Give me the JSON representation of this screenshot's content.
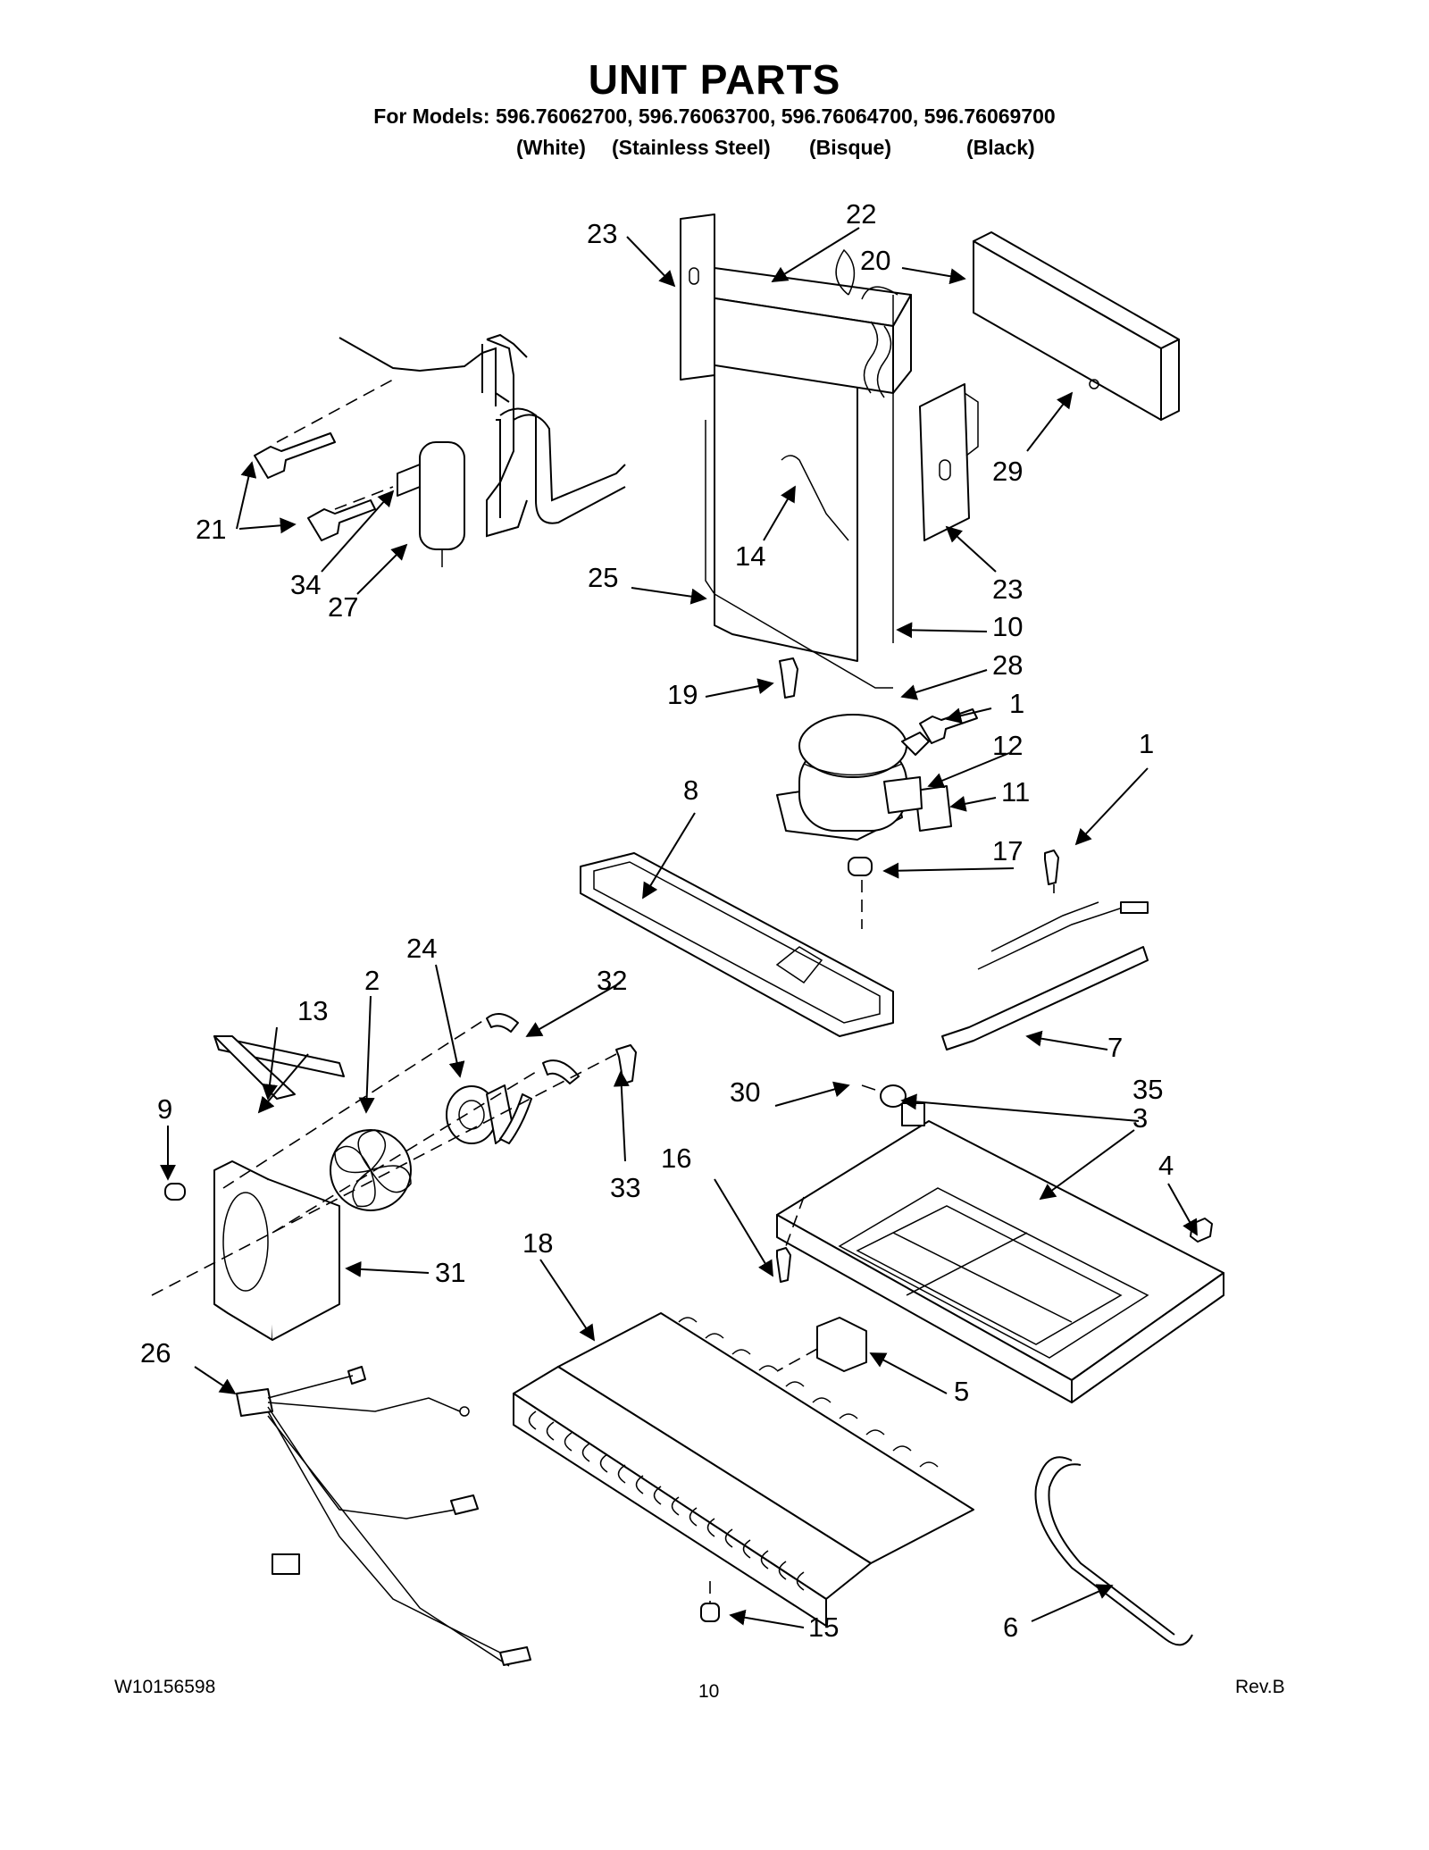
{
  "header": {
    "title": "UNIT PARTS",
    "models_line": "For Models: 596.76062700, 596.76063700, 596.76064700, 596.76069700",
    "finishes": [
      "(White)",
      "(Stainless Steel)",
      "(Bisque)",
      "(Black)"
    ]
  },
  "callouts": {
    "c1a": "1",
    "c1b": "1",
    "c2": "2",
    "c3": "3",
    "c4": "4",
    "c5": "5",
    "c6": "6",
    "c7": "7",
    "c8": "8",
    "c9": "9",
    "c10": "10",
    "c11": "11",
    "c12": "12",
    "c13": "13",
    "c14": "14",
    "c15": "15",
    "c16": "16",
    "c17": "17",
    "c18": "18",
    "c19": "19",
    "c20": "20",
    "c21": "21",
    "c22": "22",
    "c23a": "23",
    "c23b": "23",
    "c24": "24",
    "c25": "25",
    "c26": "26",
    "c27": "27",
    "c28": "28",
    "c29": "29",
    "c30": "30",
    "c31": "31",
    "c32": "32",
    "c33": "33",
    "c34": "34",
    "c35": "35"
  },
  "footer": {
    "doc_number": "W10156598",
    "page": "10",
    "revision": "Rev.B"
  }
}
